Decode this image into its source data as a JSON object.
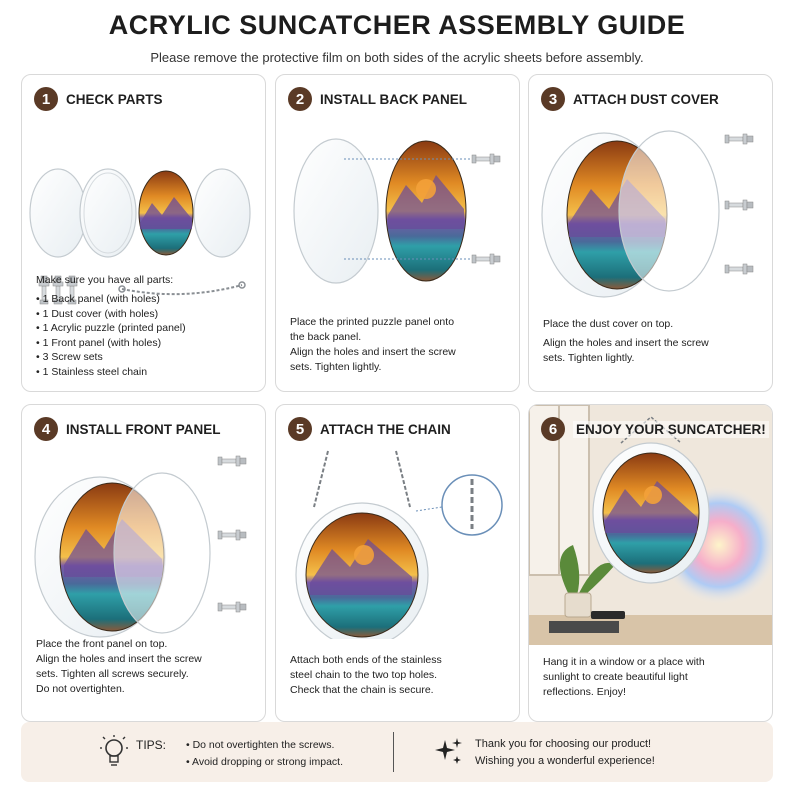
{
  "header": {
    "title": "ACRYLIC SUNCATCHER ASSEMBLY GUIDE",
    "subtitle": "Please remove the protective film on both sides of the acrylic sheets before assembly."
  },
  "steps": [
    {
      "number": "1",
      "title": "CHECK PARTS",
      "intro": "Make sure you have all parts:",
      "parts": [
        "1 Back panel (with holes)",
        "1 Dust cover (with holes)",
        "1 Acrylic puzzle (printed panel)",
        "1 Front panel (with holes)",
        "3 Screw sets",
        "1 Stainless steel chain"
      ]
    },
    {
      "number": "2",
      "title": "INSTALL BACK PANEL",
      "lines": [
        "Place the printed puzzle panel onto",
        "the back panel.",
        "Align the holes and insert the screw",
        "sets. Tighten lightly."
      ]
    },
    {
      "number": "3",
      "title": "ATTACH DUST COVER",
      "lines": [
        "Place the dust cover on top.",
        "Align the holes and insert the screw",
        "sets. Tighten lightly."
      ]
    },
    {
      "number": "4",
      "title": "INSTALL FRONT PANEL",
      "lines": [
        "Place the front panel on top.",
        "Align the holes and insert the screw",
        "sets. Tighten all screws securely.",
        "Do not overtighten."
      ]
    },
    {
      "number": "5",
      "title": "ATTACH THE CHAIN",
      "lines": [
        "Attach both ends of the stainless",
        "steel chain to the two top holes.",
        "Check that the chain is secure."
      ]
    },
    {
      "number": "6",
      "title": "ENJOY YOUR SUNCATCHER!",
      "lines": [
        "Hang it in a window or a place with",
        "sunlight to create beautiful light",
        "reflections. Enjoy!"
      ]
    }
  ],
  "tips": {
    "label": "TIPS:",
    "items": [
      "Do not overtighten the screws.",
      "Avoid dropping or strong impact."
    ],
    "thanks_1": "Thank you for choosing our product!",
    "thanks_2": "Wishing you a wonderful experience!"
  },
  "icons": {
    "step_badge": "numbered-circle",
    "tips": "lightbulb-icon",
    "thanks": "sparkle-icon"
  },
  "colors": {
    "badge": "#5a3a26",
    "tips_background": "#f7efe8"
  }
}
